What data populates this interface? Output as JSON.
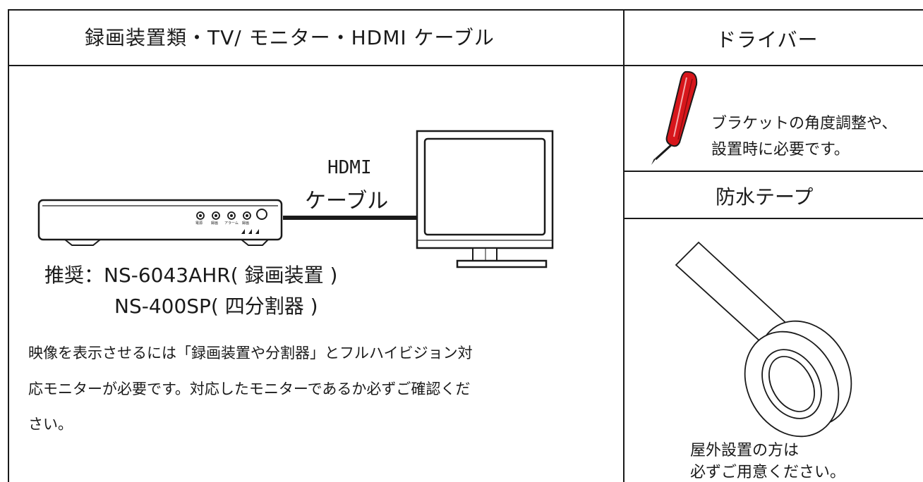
{
  "left_panel": {
    "header": "録画装置類・TV/ モニター・HDMI ケーブル",
    "cable_label_line1": "HDMI",
    "cable_label_line2": "ケーブル",
    "recorder_labels": [
      "電源",
      "録画",
      "アラーム",
      "録画"
    ],
    "recommended_line1": "推奨：NS-6043AHR( 録画装置 )",
    "recommended_line2": "NS-400SP( 四分割器 )",
    "note_line1": "映像を表示させるには「録画装置や分割器」とフルハイビジョン対",
    "note_line2": "応モニターが必要です。対応したモニターであるか必ずご確認くだ",
    "note_line3": "さい。"
  },
  "right_panel": {
    "driver_header": "ドライバー",
    "driver_text_line1": "ブラケットの角度調整や、",
    "driver_text_line2": "設置時に必要です。",
    "tape_header": "防水テープ",
    "tape_text_line1": "屋外設置の方は",
    "tape_text_line2": "必ずご用意ください。"
  },
  "colors": {
    "line": "#1a1a1a",
    "screwdriver_handle": "#d7161b"
  }
}
